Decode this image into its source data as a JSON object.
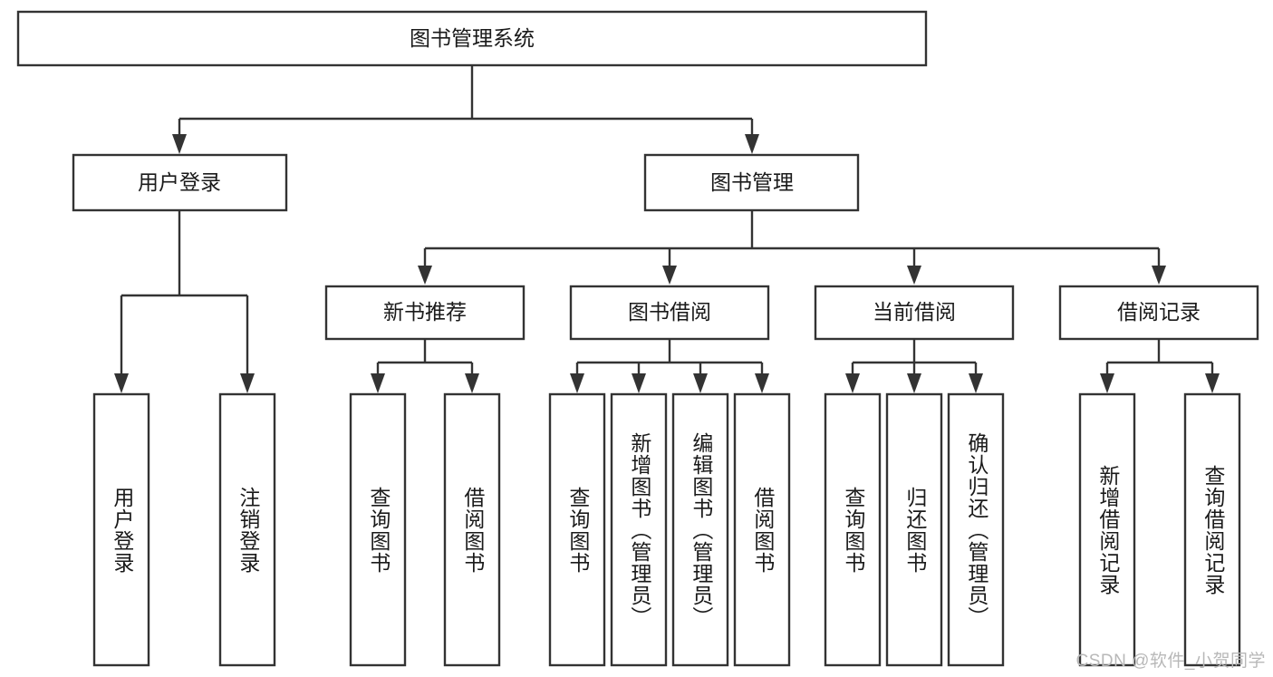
{
  "diagram": {
    "type": "tree-hierarchy",
    "title": "图书管理系统",
    "orientation": "top-down",
    "root": {
      "id": "root",
      "label": "图书管理系统",
      "shape": "rectangle"
    },
    "level2": [
      {
        "id": "user-login",
        "label": "用户登录",
        "shape": "rectangle"
      },
      {
        "id": "book-manage",
        "label": "图书管理",
        "shape": "rectangle"
      }
    ],
    "level3": [
      {
        "id": "new-book-rec",
        "label": "新书推荐",
        "shape": "rectangle",
        "parent": "book-manage"
      },
      {
        "id": "book-borrow",
        "label": "图书借阅",
        "shape": "rectangle",
        "parent": "book-manage"
      },
      {
        "id": "current-borrow",
        "label": "当前借阅",
        "shape": "rectangle",
        "parent": "book-manage"
      },
      {
        "id": "borrow-record",
        "label": "借阅记录",
        "shape": "rectangle",
        "parent": "book-manage"
      }
    ],
    "leaves": [
      {
        "id": "leaf-user-login",
        "label": "用户登录",
        "parent": "user-login",
        "orientation": "vertical-text"
      },
      {
        "id": "leaf-logout",
        "label": "注销登录",
        "parent": "user-login",
        "orientation": "vertical-text"
      },
      {
        "id": "leaf-query-book-1",
        "label": "查询图书",
        "parent": "new-book-rec",
        "orientation": "vertical-text"
      },
      {
        "id": "leaf-borrow-book-1",
        "label": "借阅图书",
        "parent": "new-book-rec",
        "orientation": "vertical-text"
      },
      {
        "id": "leaf-query-book-2",
        "label": "查询图书",
        "parent": "book-borrow",
        "orientation": "vertical-text"
      },
      {
        "id": "leaf-add-book",
        "label": "新增图书（管理员）",
        "parent": "book-borrow",
        "orientation": "vertical-text"
      },
      {
        "id": "leaf-edit-book",
        "label": "编辑图书（管理员）",
        "parent": "book-borrow",
        "orientation": "vertical-text"
      },
      {
        "id": "leaf-borrow-book-2",
        "label": "借阅图书",
        "parent": "book-borrow",
        "orientation": "vertical-text"
      },
      {
        "id": "leaf-query-book-3",
        "label": "查询图书",
        "parent": "current-borrow",
        "orientation": "vertical-text"
      },
      {
        "id": "leaf-return-book",
        "label": "归还图书",
        "parent": "current-borrow",
        "orientation": "vertical-text"
      },
      {
        "id": "leaf-confirm-return",
        "label": "确认归还（管理员）",
        "parent": "current-borrow",
        "orientation": "vertical-text"
      },
      {
        "id": "leaf-add-record",
        "label": "新增借阅记录",
        "parent": "borrow-record",
        "orientation": "vertical-text"
      },
      {
        "id": "leaf-query-record",
        "label": "查询借阅记录",
        "parent": "borrow-record",
        "orientation": "vertical-text"
      }
    ],
    "colors": {
      "stroke": "#333333",
      "fill": "#ffffff",
      "text": "#1a1a1a",
      "watermark": "#b8b8b8"
    }
  },
  "watermark": {
    "text": "CSDN @软件_小贺同学"
  }
}
